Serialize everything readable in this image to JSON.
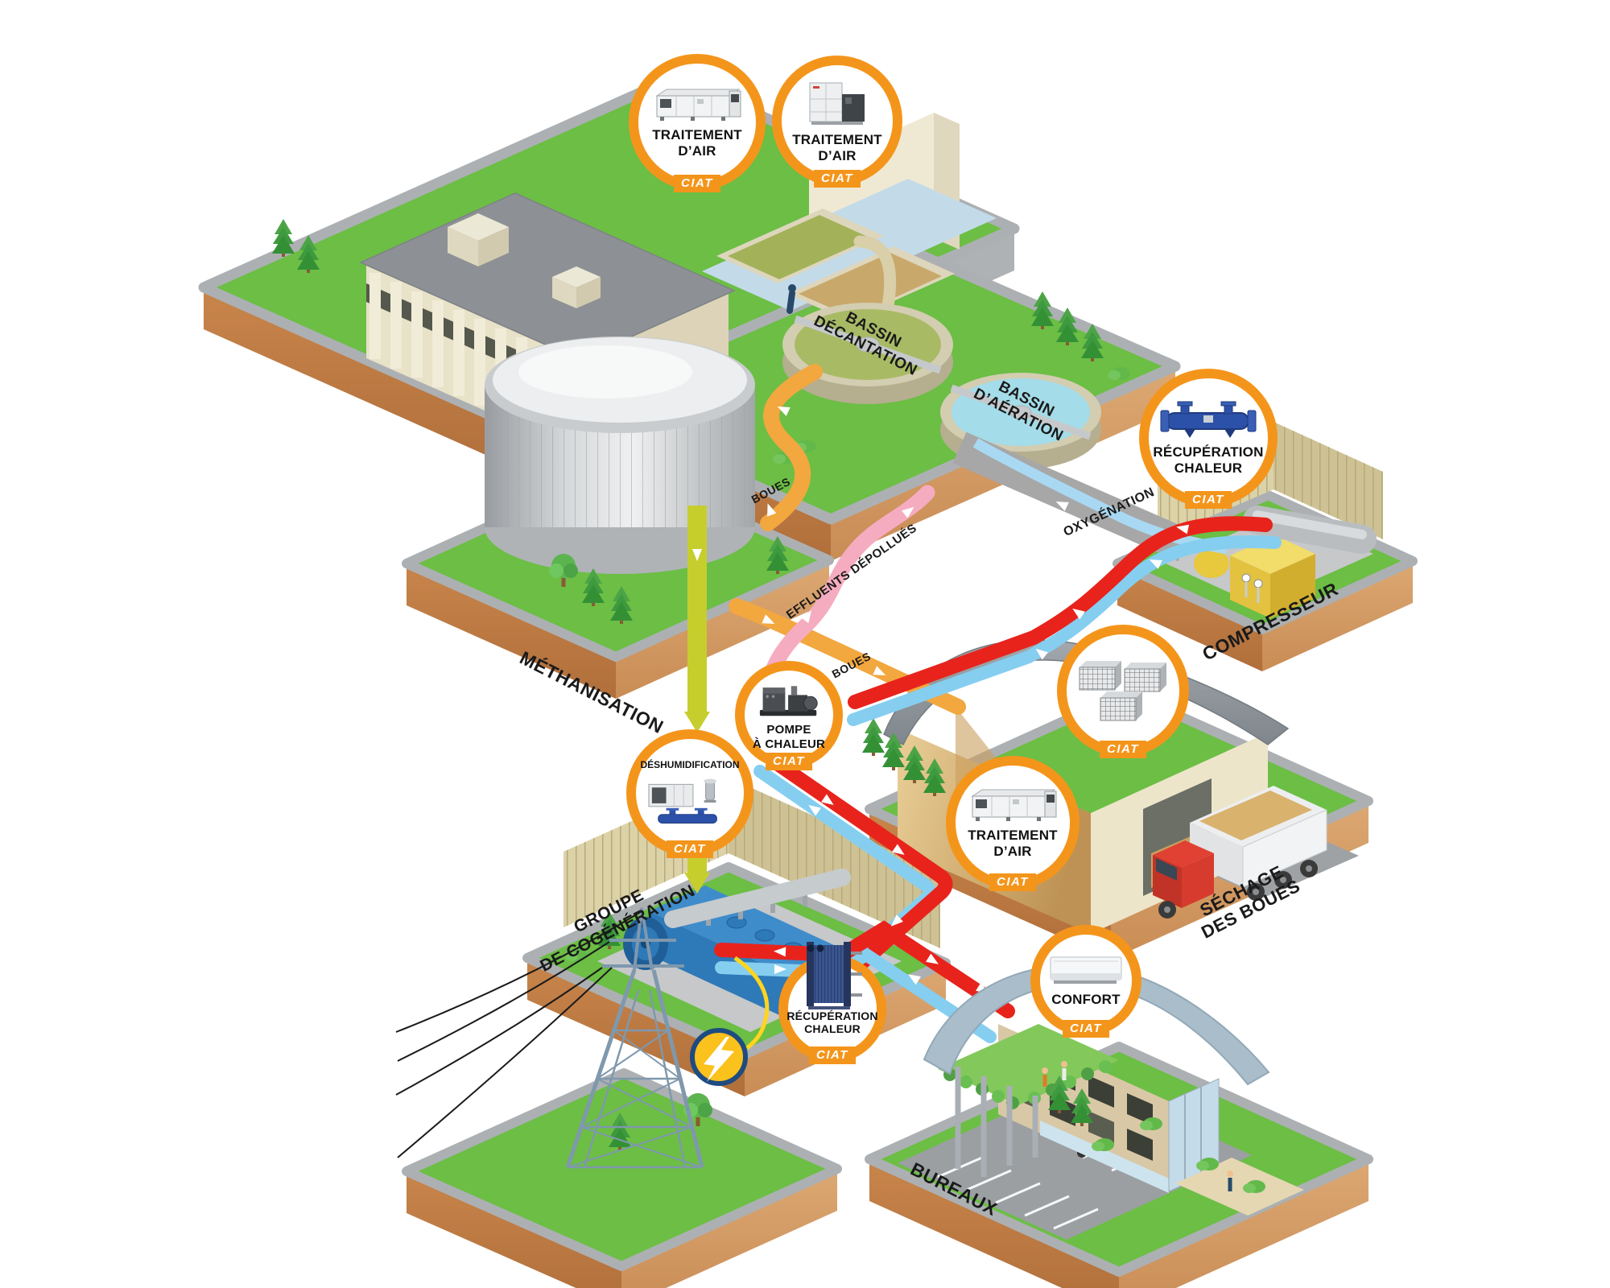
{
  "brand": "CIAT",
  "callouts": {
    "traitement_air_1": {
      "label": "TRAITEMENT\nD’AIR",
      "tag": "CIAT"
    },
    "traitement_air_2": {
      "label": "TRAITEMENT\nD’AIR",
      "tag": "CIAT"
    },
    "recuperation_chaleur_compresseur": {
      "label": "RÉCUPÉRATION\nCHALEUR",
      "tag": "CIAT"
    },
    "pompe_a_chaleur": {
      "label": "POMPE\nÀ CHALEUR",
      "tag": "CIAT"
    },
    "deshumidification": {
      "label": "DÉSHUMIDIFICATION",
      "tag": "CIAT"
    },
    "batteries_ciat": {
      "label": "",
      "tag": "CIAT"
    },
    "traitement_air_sechage": {
      "label": "TRAITEMENT\nD’AIR",
      "tag": "CIAT"
    },
    "recuperation_chaleur_cogeneration": {
      "label": "RÉCUPÉRATION\nCHALEUR",
      "tag": "CIAT"
    },
    "confort": {
      "label": "CONFORT",
      "tag": "CIAT"
    }
  },
  "areas": {
    "methanisation": "MÉTHANISATION",
    "compresseur": "COMPRESSEUR",
    "sechage_des_boues": "SÉCHAGE\nDES BOUES",
    "groupe_cogeneration": "GROUPE\nDE COGÉNÉRATION",
    "bureaux": "BUREAUX",
    "bassin_decantation": "BASSIN\nDÉCANTATION",
    "bassin_aeration": "BASSIN\nD’AÉRATION"
  },
  "flows": {
    "boues_amont": "BOUES",
    "boues_aval": "BOUES",
    "effluents_depollues": "EFFLUENTS DÉPOLLUÉS",
    "oxygenation": "OXYGÉNATION"
  },
  "colors": {
    "accent_orange": "#F4951B",
    "pipe_red": "#E8231C",
    "pipe_blue": "#85CEF0",
    "flow_pink": "#F6ACC0",
    "flow_orange": "#F2A73F",
    "flow_biogas": "#C6CE2E",
    "electricity_yellow": "#FBC11C",
    "grass_green": "#6CBE45"
  }
}
